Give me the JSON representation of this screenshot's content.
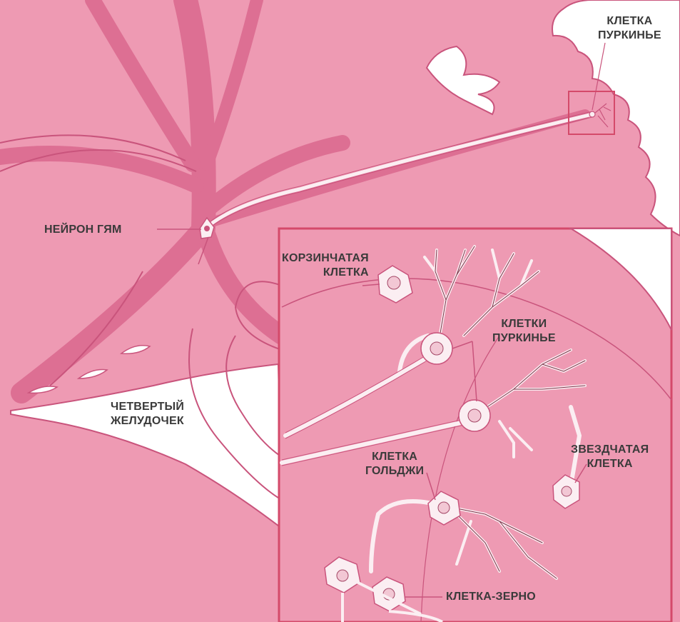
{
  "labels": {
    "purkinje_top": [
      "КЛЕТКА",
      "ПУРКИНЬЕ"
    ],
    "nucleus": "НЕЙРОН ГЯМ",
    "ventricle": [
      "ЧЕТВЕРТЫЙ",
      "ЖЕЛУДОЧЕК"
    ],
    "basket": [
      "КОРЗИНЧАТАЯ",
      "КЛЕТКА"
    ],
    "purkinje_cells": [
      "КЛЕТКИ",
      "ПУРКИНЬЕ"
    ],
    "stellate": [
      "ЗВЕЗДЧАТАЯ",
      "КЛЕТКА"
    ],
    "golgi": [
      "КЛЕТКА",
      "ГОЛЬДЖИ"
    ],
    "granule": "КЛЕТКА-ЗЕРНО"
  },
  "colors": {
    "tissue": "#ee9ab3",
    "tissue_dark": "#dd6f93",
    "line": "#c9547c",
    "cell_fill": "#fbeef2",
    "background": "#ffffff",
    "frame": "#d44a6a",
    "text": "#3a3a3a"
  }
}
